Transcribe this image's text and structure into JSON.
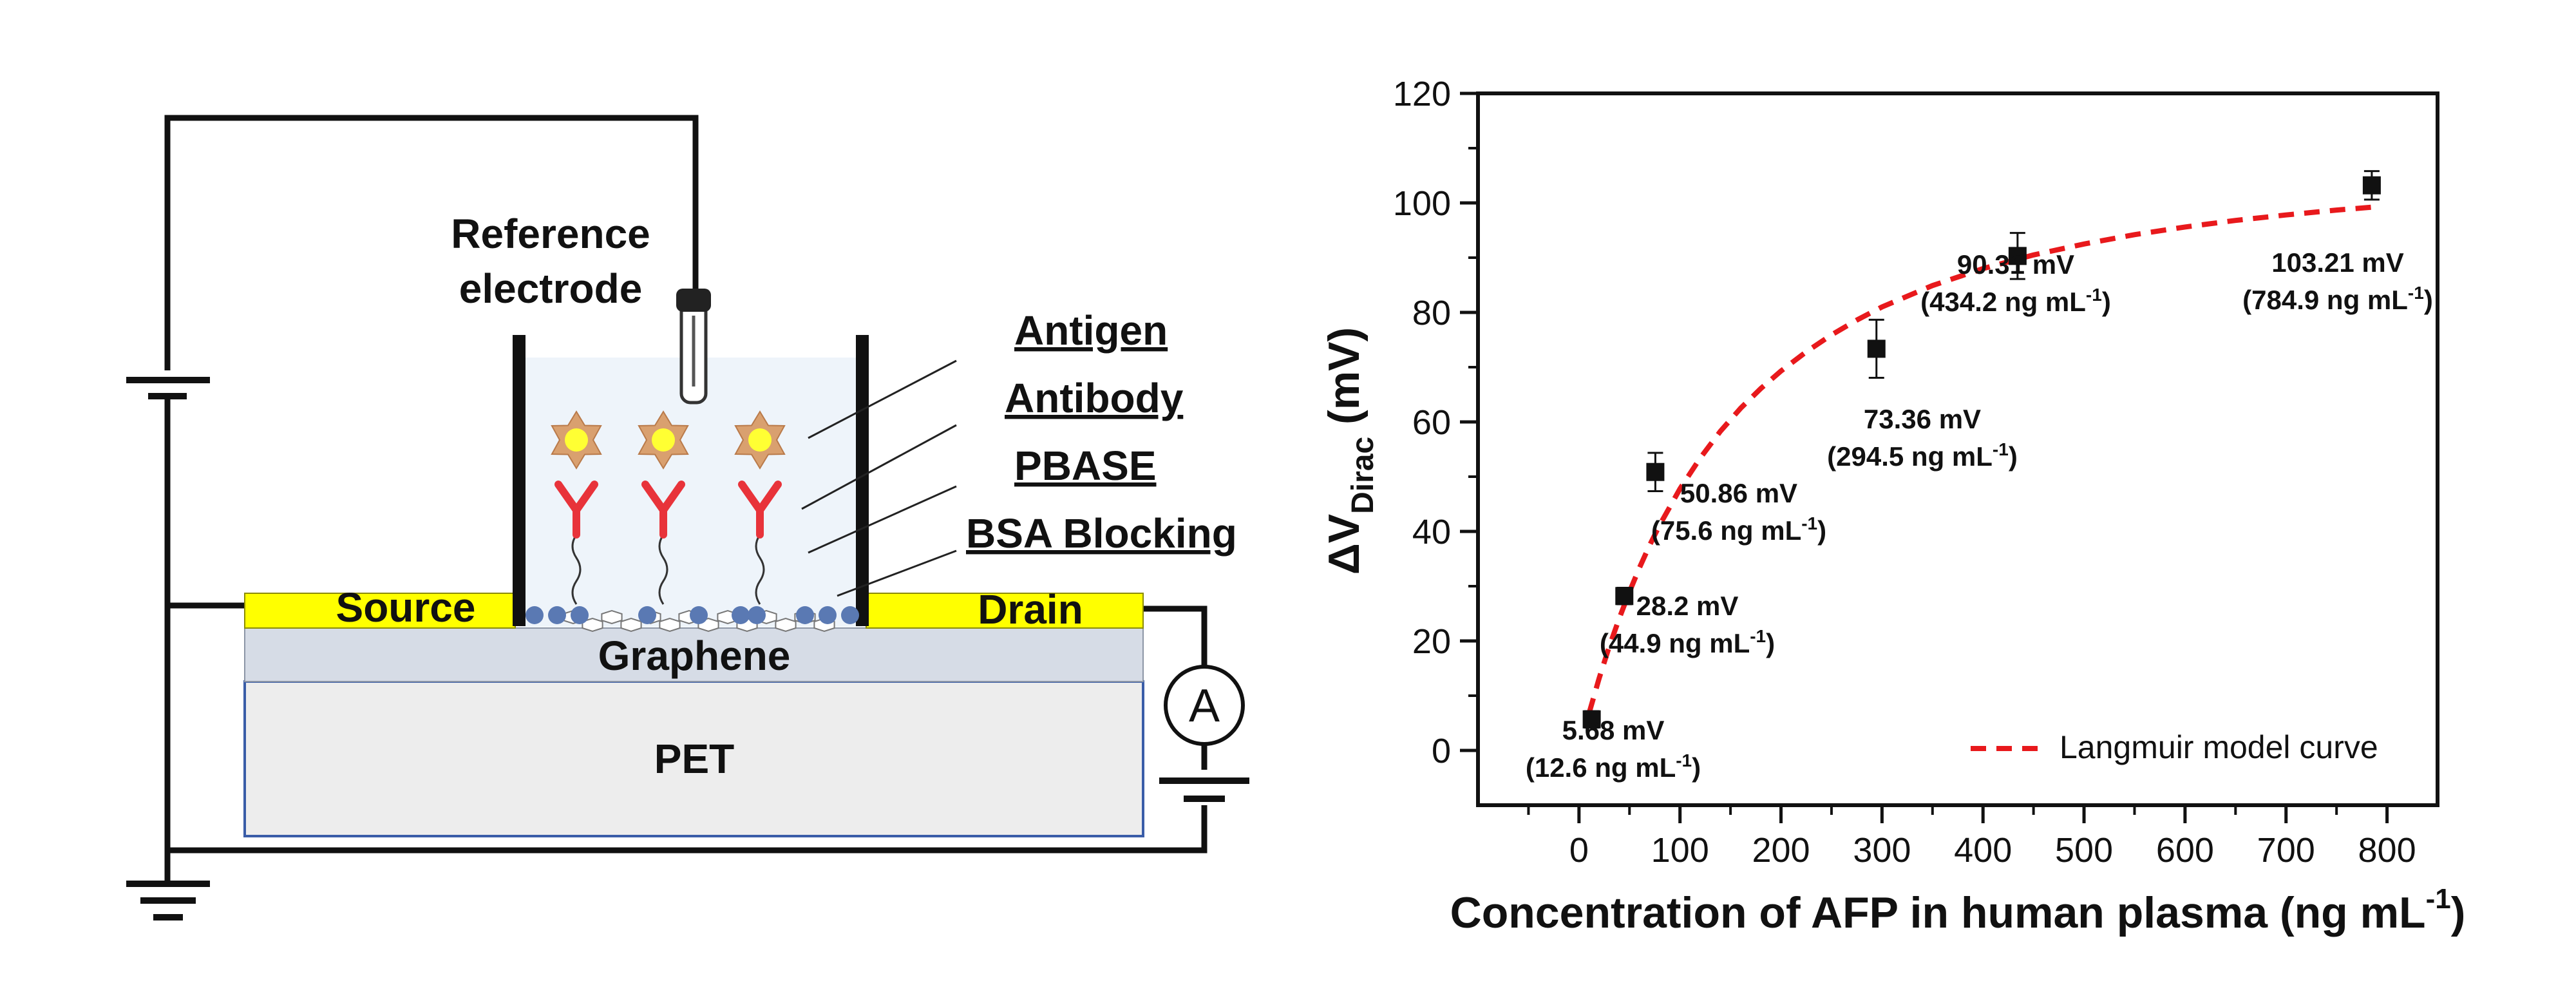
{
  "diagram": {
    "labels": {
      "reference_electrode": [
        "Reference",
        "electrode"
      ],
      "antigen": "Antigen",
      "antibody": "Antibody",
      "pbase": "PBASE",
      "bsa_blocking": "BSA Blocking",
      "source": "Source",
      "drain": "Drain",
      "graphene": "Graphene",
      "pet": "PET",
      "ammeter": "A"
    },
    "colors": {
      "electrode_yellow": "#ffff00",
      "antigen_orange": "#d9a06f",
      "antigen_core": "#ffff33",
      "antibody_red": "#e8333a",
      "graphene_layer": "#d6dce6",
      "pet_substrate": "#ededed",
      "blocking_blue": "#5a79b3",
      "solution_fill": "#eef4fa"
    }
  },
  "chart_data": {
    "type": "scatter",
    "title": "",
    "xlabel": "Concentration of AFP in human plasma (ng mL",
    "xlabel_superscript": "-1",
    "xlabel_suffix": ")",
    "ylabel_prefix": "ΔV",
    "ylabel_subscript": "Dirac",
    "ylabel_suffix": " (mV)",
    "xlim": [
      -100,
      850
    ],
    "ylim": [
      -10,
      120
    ],
    "xticks": [
      0,
      100,
      200,
      300,
      400,
      500,
      600,
      700,
      800
    ],
    "yticks": [
      0,
      20,
      40,
      60,
      80,
      100,
      120
    ],
    "grid": false,
    "legend": {
      "position": "bottom-right",
      "entries": [
        "Langmuir model curve"
      ]
    },
    "series": [
      {
        "type": "scatter-errorbar",
        "x": [
          12.6,
          44.9,
          75.6,
          294.5,
          434.2,
          784.9
        ],
        "y": [
          5.68,
          28.2,
          50.86,
          73.36,
          90.31,
          103.21
        ],
        "err": [
          1.5,
          1.5,
          3.5,
          5.3,
          4.2,
          2.6
        ]
      },
      {
        "name": "Langmuir model curve",
        "type": "line",
        "style": "dashed",
        "color": "#e8191c",
        "x": [
          10,
          20,
          30,
          40,
          50,
          60,
          70,
          80,
          100,
          120,
          140,
          160,
          180,
          200,
          225,
          250,
          275,
          300,
          350,
          400,
          450,
          500,
          550,
          600,
          650,
          700,
          750,
          790
        ],
        "y": [
          6.8,
          13.2,
          19.0,
          24.2,
          29.0,
          33.4,
          37.5,
          41.2,
          47.8,
          53.4,
          58.3,
          62.5,
          66.1,
          69.3,
          72.8,
          75.9,
          78.6,
          81.0,
          84.9,
          88.0,
          90.5,
          92.5,
          94.2,
          95.6,
          96.8,
          97.8,
          98.7,
          99.3
        ]
      }
    ],
    "annotations": [
      {
        "for_index": 0,
        "value": "5.68 mV",
        "conc": "(12.6 ng mL",
        "sup": "-1",
        "close": ")"
      },
      {
        "for_index": 1,
        "value": "28.2 mV",
        "conc": "(44.9 ng mL",
        "sup": "-1",
        "close": ")"
      },
      {
        "for_index": 2,
        "value": "50.86 mV",
        "conc": "(75.6 ng mL",
        "sup": "-1",
        "close": ")"
      },
      {
        "for_index": 3,
        "value": "73.36 mV",
        "conc": "(294.5 ng mL",
        "sup": "-1",
        "close": ")"
      },
      {
        "for_index": 4,
        "value": "90.31 mV",
        "conc": "(434.2 ng mL",
        "sup": "-1",
        "close": ")"
      },
      {
        "for_index": 5,
        "value": "103.21 mV",
        "conc": "(784.9 ng mL",
        "sup": "-1",
        "close": ")"
      }
    ]
  }
}
